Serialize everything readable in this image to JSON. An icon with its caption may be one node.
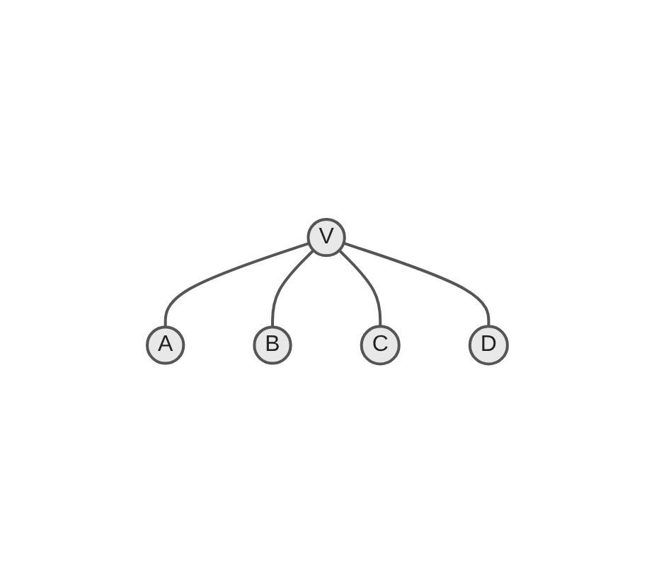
{
  "diagram": {
    "nodes": [
      {
        "text": [
          "A"
        ]
      },
      {
        "text": [
          "B"
        ]
      },
      {
        "text": [
          "V"
        ]
      },
      {
        "text": [
          "C"
        ]
      },
      {
        "text": [
          "D"
        ]
      }
    ],
    "edges": [
      {
        "from": 2,
        "to": 0,
        "arrow": "none"
      },
      {
        "from": 2,
        "to": 1,
        "arrow": "none"
      },
      {
        "from": 2,
        "to": 3,
        "arrow": "none"
      },
      {
        "from": 2,
        "to": 4,
        "arrow": "none"
      }
    ]
  }
}
